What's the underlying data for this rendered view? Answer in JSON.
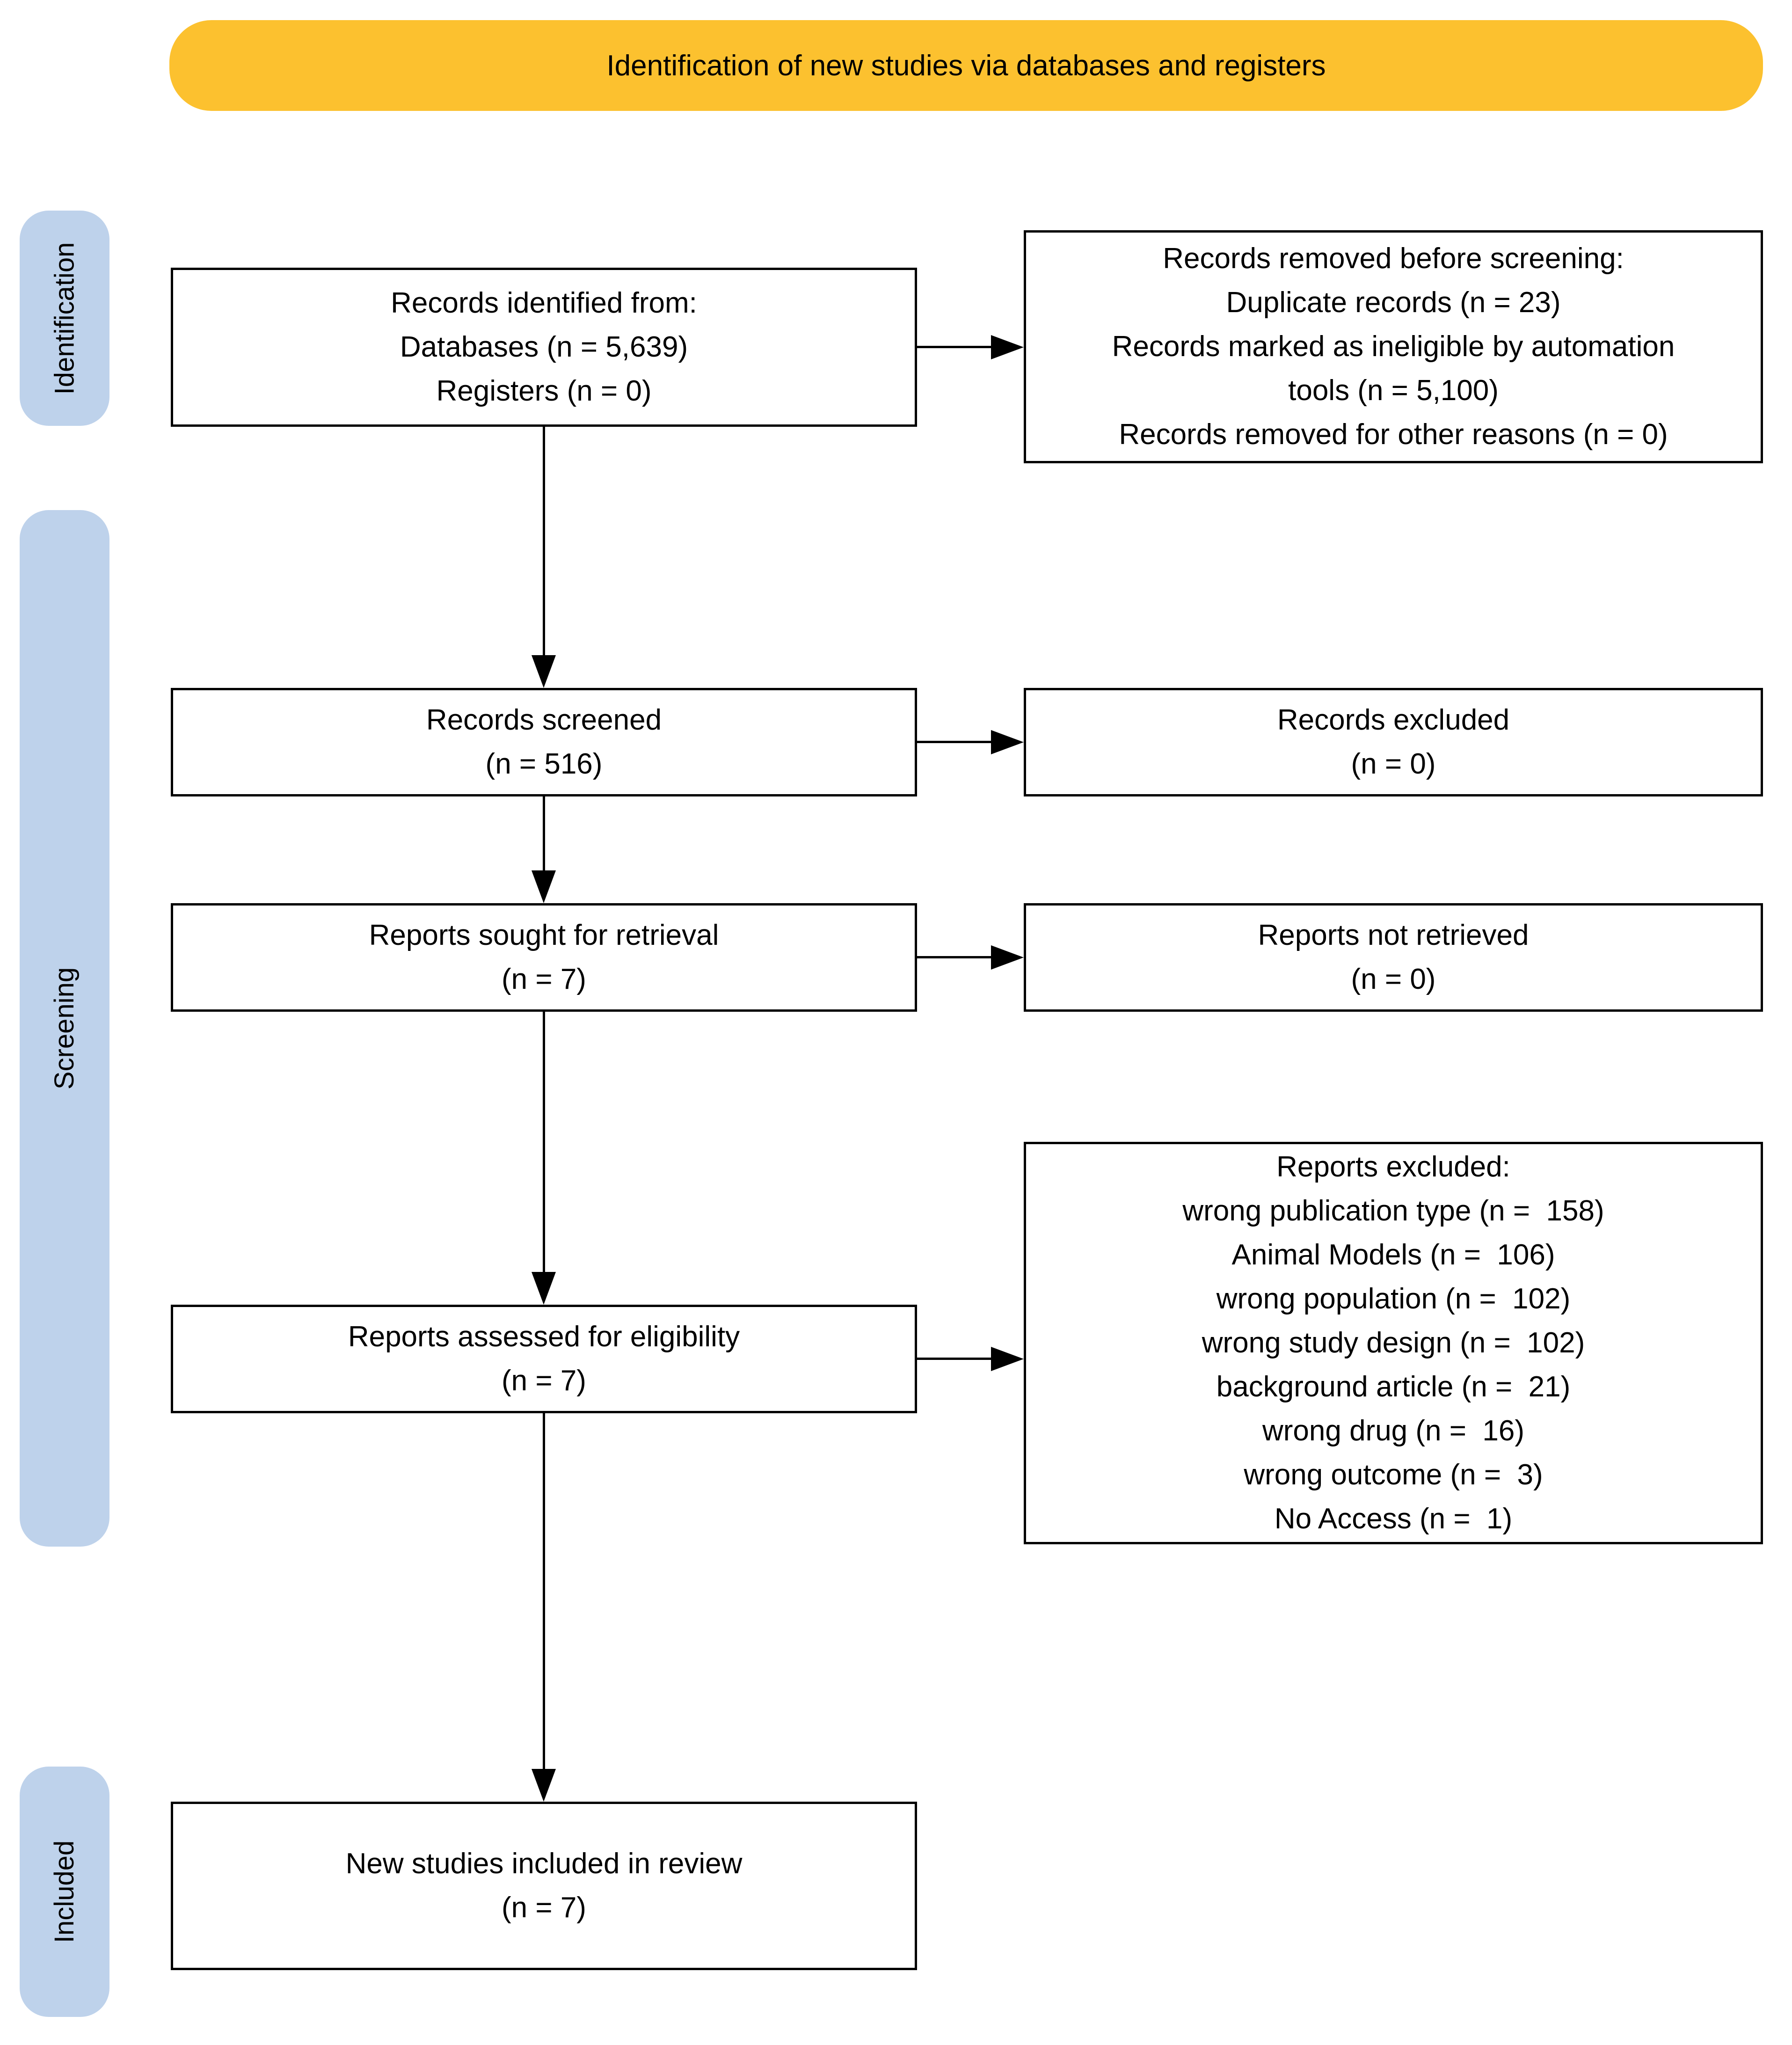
{
  "banner": {
    "label": "Identification of new studies via databases and registers",
    "bg_color": "#FCC12F"
  },
  "stage_tabs": {
    "bg_color": "#BED2EB",
    "identification": "Identification",
    "screening": "Screening",
    "included": "Included"
  },
  "colors": {
    "box_border": "#000000",
    "arrow": "#000000",
    "text": "#000000",
    "background": "#ffffff"
  },
  "boxes": {
    "records_identified": {
      "lines": [
        "Records identified from:",
        "Databases (n = 5,639)",
        "Registers (n = 0)"
      ]
    },
    "records_removed": {
      "lines": [
        "Records removed before screening:",
        "Duplicate records (n = 23)",
        "Records marked as ineligible by automation",
        "tools (n = 5,100)",
        "Records removed for other reasons (n = 0)"
      ]
    },
    "records_screened": {
      "lines": [
        "Records screened",
        "(n = 516)"
      ]
    },
    "records_excluded": {
      "lines": [
        "Records excluded",
        "(n = 0)"
      ]
    },
    "reports_sought": {
      "lines": [
        "Reports sought for retrieval",
        "(n = 7)"
      ]
    },
    "reports_not_retrieved": {
      "lines": [
        "Reports not retrieved",
        "(n = 0)"
      ]
    },
    "reports_assessed": {
      "lines": [
        "Reports assessed for eligibility",
        "(n = 7)"
      ]
    },
    "reports_excluded": {
      "lines": [
        "Reports excluded:",
        "wrong publication type (n =  158)",
        "Animal Models (n =  106)",
        "wrong population (n =  102)",
        "wrong study design (n =  102)",
        "background article (n =  21)",
        "wrong drug (n =  16)",
        "wrong outcome (n =  3)",
        "No Access (n =  1)"
      ]
    },
    "new_studies": {
      "lines": [
        "New studies included in review",
        "(n = 7)"
      ]
    }
  }
}
